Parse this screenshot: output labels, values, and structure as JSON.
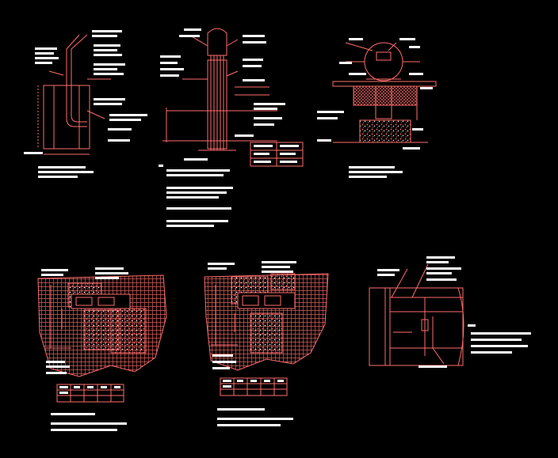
{
  "colors": {
    "background": "#000000",
    "linework": "#ff6b6b",
    "annotation": "#ffffff"
  },
  "drawing": {
    "details": [
      {
        "id": "detail-1",
        "kind": "pipe-sleeve-section"
      },
      {
        "id": "detail-2",
        "kind": "vertical-conduit-section"
      },
      {
        "id": "detail-3",
        "kind": "manhole-frame-section"
      },
      {
        "id": "detail-4",
        "kind": "foundation-section-left"
      },
      {
        "id": "detail-5",
        "kind": "foundation-section-right"
      },
      {
        "id": "detail-6",
        "kind": "wall-piping-elevation"
      }
    ],
    "tables": [
      {
        "id": "table-detail-2",
        "rows": 3,
        "cols": 2
      },
      {
        "id": "table-detail-4",
        "rows": 3,
        "cols": 5
      },
      {
        "id": "table-detail-5",
        "rows": 3,
        "cols": 5
      }
    ],
    "note_blocks": [
      {
        "id": "notes-detail-2",
        "lines": 7
      },
      {
        "id": "notes-detail-3",
        "lines": 3
      },
      {
        "id": "notes-detail-4",
        "lines": 3
      },
      {
        "id": "notes-detail-5",
        "lines": 3
      },
      {
        "id": "notes-detail-6",
        "lines": 4
      }
    ]
  }
}
